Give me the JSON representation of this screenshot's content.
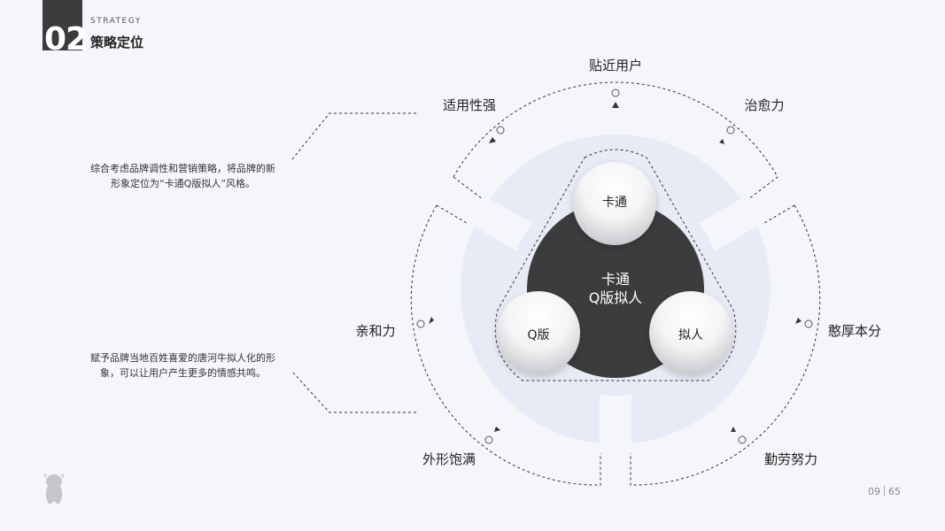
{
  "header": {
    "number": "02",
    "section_en": "STRATEGY",
    "section_cn": "策略定位"
  },
  "descriptions": [
    {
      "line1": "综合考虑品牌调性和营销策略，将品牌的新",
      "line2": "形象定位为“卡通Q版拟人”风格。"
    },
    {
      "line1": "赋予品牌当地百姓喜爱的唐河牛拟人化的形",
      "line2": "象，可以让用户产生更多的情感共鸣。"
    }
  ],
  "diagram": {
    "center": {
      "line1": "卡通",
      "line2": "Q版拟人"
    },
    "nodes": {
      "top": "卡通",
      "left": "Q版",
      "right": "拟人"
    },
    "labels": {
      "top": "贴近用户",
      "top_left": "适用性强",
      "top_right": "治愈力",
      "left": "亲和力",
      "right": "憨厚本分",
      "bottom_left": "外形饱满",
      "bottom_right": "勤劳努力"
    }
  },
  "footer": {
    "page": "09",
    "total": "65"
  },
  "colors": {
    "dark": "#3c3c3e",
    "ring": "#e7ebf5",
    "background": "#f5f6fa"
  }
}
